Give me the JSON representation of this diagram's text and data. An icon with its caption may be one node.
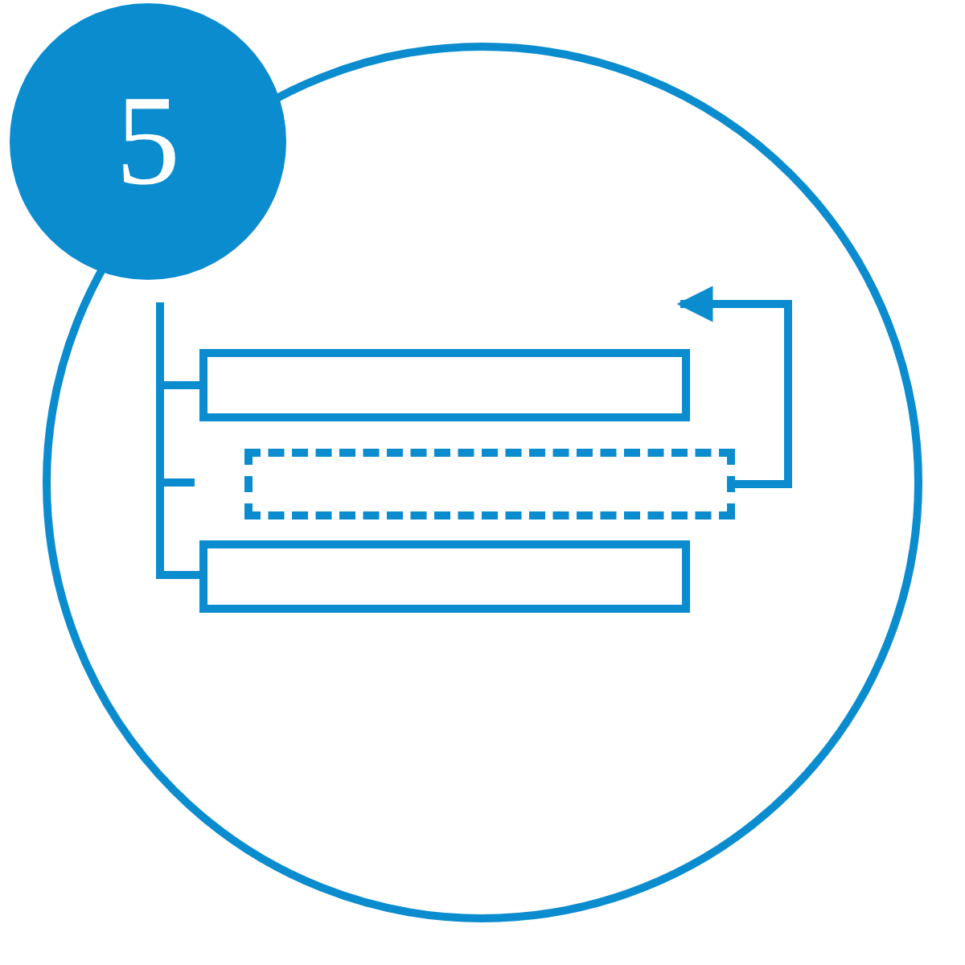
{
  "diagram": {
    "nodes": [
      {
        "text": [
          "5"
        ]
      },
      {
        "text": [],
        "shape": "bar"
      },
      {
        "text": [],
        "shape": "bar"
      },
      {
        "text": [],
        "shape": "bar"
      },
      {
        "text": [],
        "shape": "bar"
      }
    ],
    "edges": [
      {
        "from": 2,
        "to": 1,
        "arrow": "to"
      },
      {
        "from": 4,
        "to": 1,
        "arrow": "none"
      },
      {
        "from": 4,
        "to": null,
        "arrow": "none"
      },
      {
        "from": 4,
        "to": 3,
        "arrow": "none"
      }
    ]
  }
}
